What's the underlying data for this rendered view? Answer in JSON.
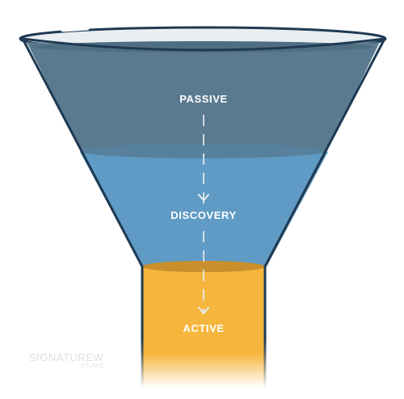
{
  "diagram": {
    "stages": [
      {
        "label": "PASSIVE"
      },
      {
        "label": "DISCOVERY"
      },
      {
        "label": "ACTIVE"
      }
    ],
    "colors": {
      "passive": "#5a7a8f",
      "discovery": "#5f9bc4",
      "active": "#f6b63e",
      "outline": "#1f3a52"
    }
  },
  "watermark": {
    "name": "SIGNATUREW",
    "sub": "STUDIO"
  }
}
